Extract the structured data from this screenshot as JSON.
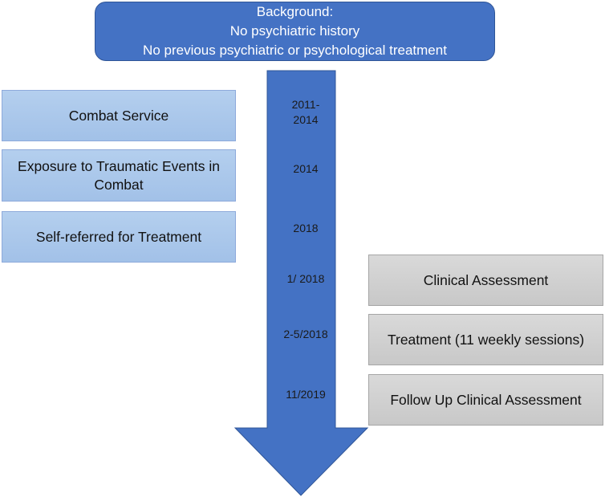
{
  "header": {
    "line1": "Background:",
    "line2": "No psychiatric history",
    "line3": "No previous psychiatric or psychological treatment"
  },
  "timeline": {
    "years": [
      {
        "line1": "2011-",
        "line2": "2014"
      },
      {
        "line1": "2014"
      },
      {
        "line1": "2018"
      },
      {
        "line1": "1/ 2018"
      },
      {
        "line1": "2-5/2018"
      },
      {
        "line1": "11/2019"
      }
    ]
  },
  "left_events": [
    "Combat Service",
    "Exposure to Traumatic Events in Combat",
    "Self-referred for Treatment"
  ],
  "right_events": [
    "Clinical Assessment",
    "Treatment (11 weekly sessions)",
    "Follow Up Clinical Assessment"
  ],
  "colors": {
    "arrow": "#4472c4",
    "left_box": "#b4cfee",
    "right_box": "#d9d9d9"
  }
}
